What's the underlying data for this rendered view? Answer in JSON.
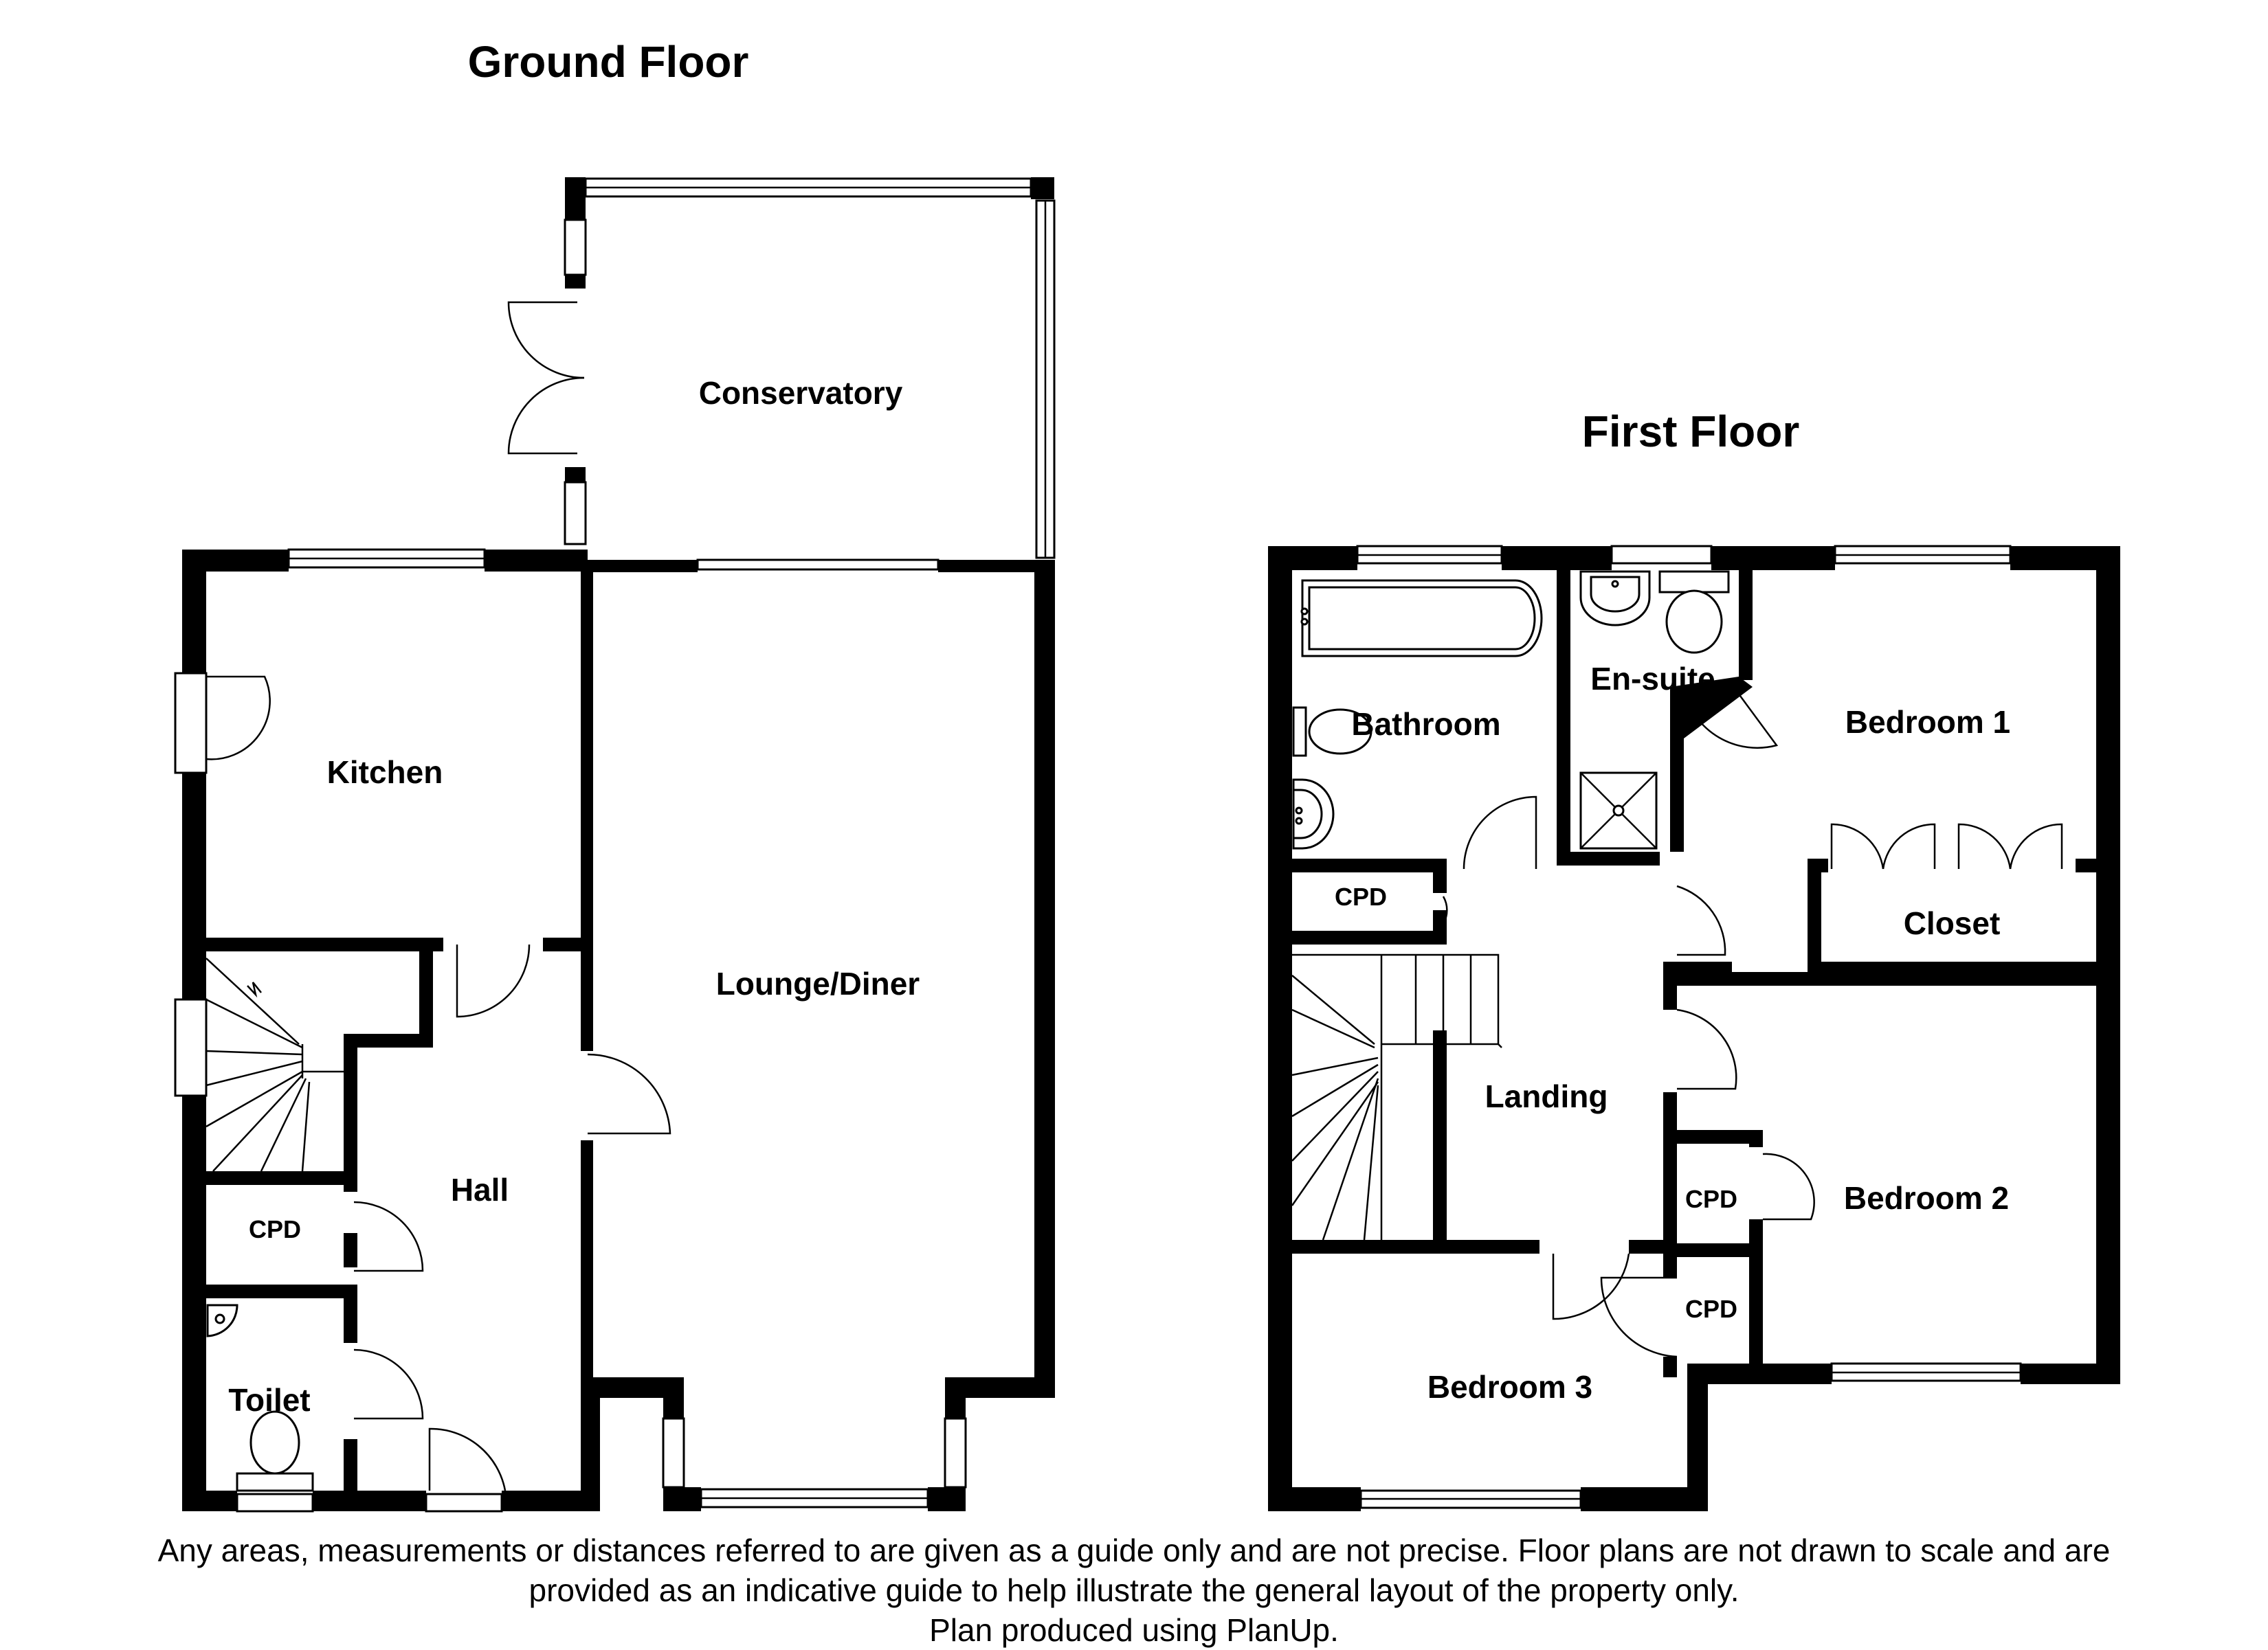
{
  "ground_floor": {
    "heading": "Ground Floor",
    "rooms": {
      "conservatory": "Conservatory",
      "kitchen": "Kitchen",
      "lounge_diner": "Lounge/Diner",
      "hall": "Hall",
      "cpd": "CPD",
      "toilet": "Toilet"
    }
  },
  "first_floor": {
    "heading": "First Floor",
    "rooms": {
      "bathroom": "Bathroom",
      "en_suite": "En-suite",
      "bedroom_1": "Bedroom 1",
      "closet": "Closet",
      "cpd_landing": "CPD",
      "landing": "Landing",
      "bedroom_2": "Bedroom 2",
      "cpd_bedroom_2": "CPD",
      "cpd_bedroom_3": "CPD",
      "bedroom_3": "Bedroom 3"
    }
  },
  "disclaimer": {
    "line1": "Any areas, measurements or distances referred to are given as a guide only and are not precise. Floor plans are not drawn to scale and are",
    "line2": "provided as an indicative guide to help illustrate the general layout of the property only.",
    "line3": "Plan produced using PlanUp."
  }
}
